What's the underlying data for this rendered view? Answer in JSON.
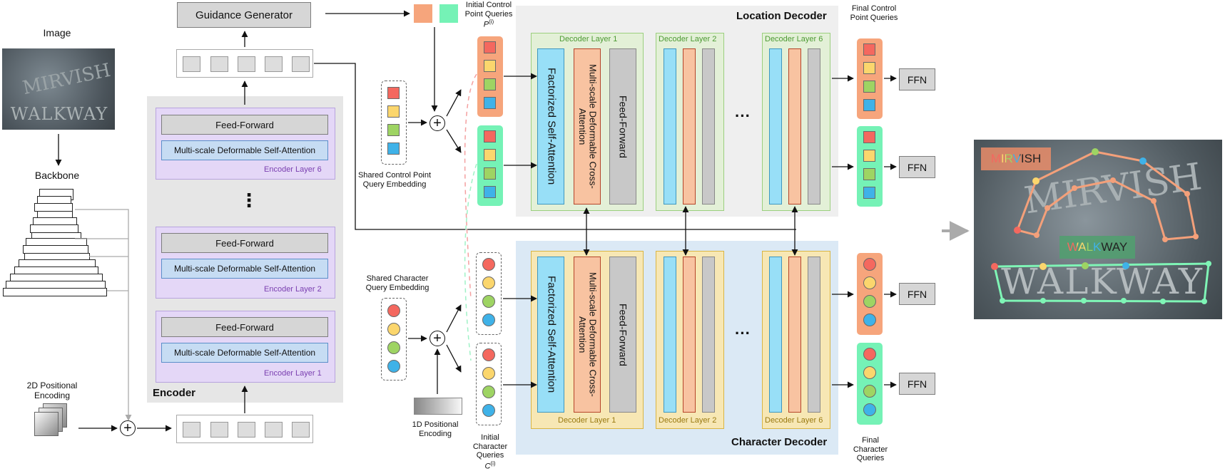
{
  "left": {
    "image_label": "Image",
    "image_text_top": "MIRVISH",
    "image_text_bottom": "WALKWAY",
    "backbone_label": "Backbone",
    "pos_enc_label": "2D Positional Encoding"
  },
  "encoder": {
    "title": "Encoder",
    "layers": [
      {
        "ff": "Feed-Forward",
        "attn": "Multi-scale Deformable Self-Attention",
        "name": "Encoder Layer 6"
      },
      {
        "ff": "Feed-Forward",
        "attn": "Multi-scale Deformable Self-Attention",
        "name": "Encoder Layer 2"
      },
      {
        "ff": "Feed-Forward",
        "attn": "Multi-scale Deformable Self-Attention",
        "name": "Encoder Layer 1"
      }
    ],
    "ellipsis": "⋮"
  },
  "guidance_generator": "Guidance Generator",
  "queries": {
    "init_control_label": "Initial Control Point Queries",
    "init_control_sym": "P",
    "init_control_sup": "(i)",
    "shared_control_label": "Shared Control Point Query Embedding",
    "shared_char_label": "Shared Character Query Embedding",
    "pos1d_label": "1D Positional Encoding",
    "init_char_label": "Initial Character Queries",
    "init_char_sym": "C",
    "init_char_sup": "(i)"
  },
  "location_decoder": {
    "title": "Location Decoder",
    "layer1": "Decoder Layer 1",
    "layer2": "Decoder Layer 2",
    "layer6": "Decoder Layer 6",
    "fsa": "Factorized Self-Attention",
    "msdca": "Multi-scale Deformable Cross-Attention",
    "ff": "Feed-Forward",
    "dots": "···"
  },
  "character_decoder": {
    "title": "Character Decoder",
    "layer1": "Decoder Layer 1",
    "layer2": "Decoder Layer 2",
    "layer6": "Decoder Layer 6",
    "fsa": "Factorized Self-Attention",
    "msdca": "Multi-scale Deformable Cross-Attention",
    "ff": "Feed-Forward",
    "dots": "···"
  },
  "outputs": {
    "final_control_label": "Final Control Point Queries",
    "final_char_label": "Final Character Queries",
    "ffn": "FFN"
  },
  "result": {
    "word1": "MIRVISH",
    "word2": "WALKWAY"
  },
  "colors": {
    "red": "#f4685f",
    "yellow": "#fbd66d",
    "green": "#9ed463",
    "blue": "#3fb2e8",
    "orange_panel": "#f6a57c",
    "teal_panel": "#75f2b6",
    "encoder_bg": "#e6e6e6",
    "encoder_layer": "#e4d7f7",
    "loc_bg": "#efefef",
    "loc_layer": "#e3f0d7",
    "char_bg": "#dbe9f5",
    "char_layer": "#f7e7b4",
    "fsa": "#98dff7",
    "msdca": "#f8c3a1",
    "ff": "#c8c8c8"
  }
}
